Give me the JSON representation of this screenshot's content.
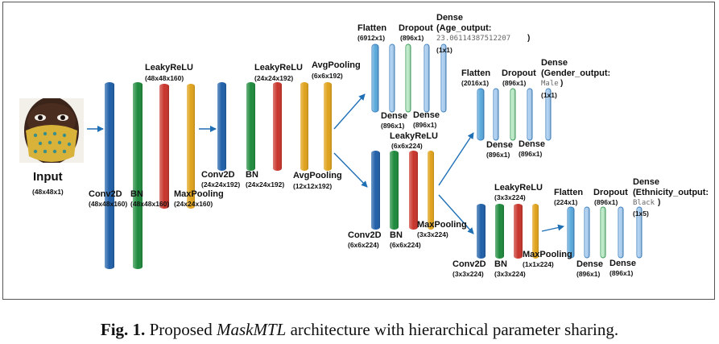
{
  "input": {
    "title": "Input",
    "shape": "(48x48x1)"
  },
  "trunk": {
    "conv1": {
      "name": "Conv2D",
      "shape": "(48x48x160)"
    },
    "bn1": {
      "name": "BN",
      "shape": "(48x48x160)"
    },
    "relu1": {
      "name": "LeakyReLU",
      "shape": "(48x48x160)"
    },
    "pool1": {
      "name": "MaxPooling",
      "shape": "(24x24x160)"
    },
    "conv2": {
      "name": "Conv2D",
      "shape": "(24x24x192)"
    },
    "bn2": {
      "name": "BN",
      "shape": "(24x24x192)"
    },
    "relu2": {
      "name": "LeakyReLU",
      "shape": "(24x24x192)"
    },
    "avgpool_top": {
      "name": "AvgPooling",
      "shape": "(6x6x192)"
    },
    "avgpool_bottom": {
      "name": "AvgPooling",
      "shape": "(12x12x192)"
    }
  },
  "age_head": {
    "flatten": {
      "name": "Flatten",
      "shape": "(6912x1)"
    },
    "dropout": {
      "name": "Dropout",
      "shape": "(896x1)"
    },
    "dense_out_name": "Dense",
    "dense_out_label": "(Age_output:",
    "dense_out_value": "23.06114387512207",
    "dense_out_close": ")",
    "dense_out_shape": "(1x1)",
    "dense1": {
      "name": "Dense",
      "shape": "(896x1)"
    },
    "dense2": {
      "name": "Dense",
      "shape": "(896x1)"
    }
  },
  "branch": {
    "conv": {
      "name": "Conv2D",
      "shape": "(6x6x224)"
    },
    "bn": {
      "name": "BN",
      "shape": "(6x6x224)"
    },
    "relu": {
      "name": "LeakyReLU",
      "shape": "(6x6x224)"
    },
    "pool": {
      "name": "MaxPooling",
      "shape": "(3x3x224)"
    }
  },
  "gender_head": {
    "flatten": {
      "name": "Flatten",
      "shape": "(2016x1)"
    },
    "dropout": {
      "name": "Dropout",
      "shape": "(896x1)"
    },
    "dense_out_name": "Dense",
    "dense_out_label": "(Gender_output:",
    "dense_out_value": "Male",
    "dense_out_close": ")",
    "dense_out_shape": "(1x1)",
    "dense1": {
      "name": "Dense",
      "shape": "(896x1)"
    },
    "dense2": {
      "name": "Dense",
      "shape": "(896x1)"
    }
  },
  "branch2": {
    "conv": {
      "name": "Conv2D",
      "shape": "(3x3x224)"
    },
    "bn": {
      "name": "BN",
      "shape": "(3x3x224)"
    },
    "relu": {
      "name": "LeakyReLU",
      "shape": "(3x3x224)"
    },
    "pool": {
      "name": "MaxPooling",
      "shape": "(1x1x224)"
    }
  },
  "ethnicity_head": {
    "flatten": {
      "name": "Flatten",
      "shape": "(224x1)"
    },
    "dropout": {
      "name": "Dropout",
      "shape": "(896x1)"
    },
    "dense_out_name": "Dense",
    "dense_out_label": "(Ethnicity_output:",
    "dense_out_value": "Black",
    "dense_out_close": ")",
    "dense_out_shape": "(1x5)",
    "dense1": {
      "name": "Dense",
      "shape": "(896x1)"
    },
    "dense2": {
      "name": "Dense",
      "shape": "(896x1)"
    }
  },
  "caption": {
    "fig": "Fig. 1.",
    "pre": "Proposed",
    "model": "MaskMTL",
    "post": "architecture with hierarchical parameter sharing."
  },
  "colors": {
    "conv": "#1f5fa8",
    "bn": "#1e8a3c",
    "relu": "#c8342b",
    "pool": "#e0a21a",
    "flatten": "#5aa9dc",
    "dense": "#a9cdf0",
    "dropout": "#b8e8c4",
    "arrow": "#1f6fb5"
  }
}
